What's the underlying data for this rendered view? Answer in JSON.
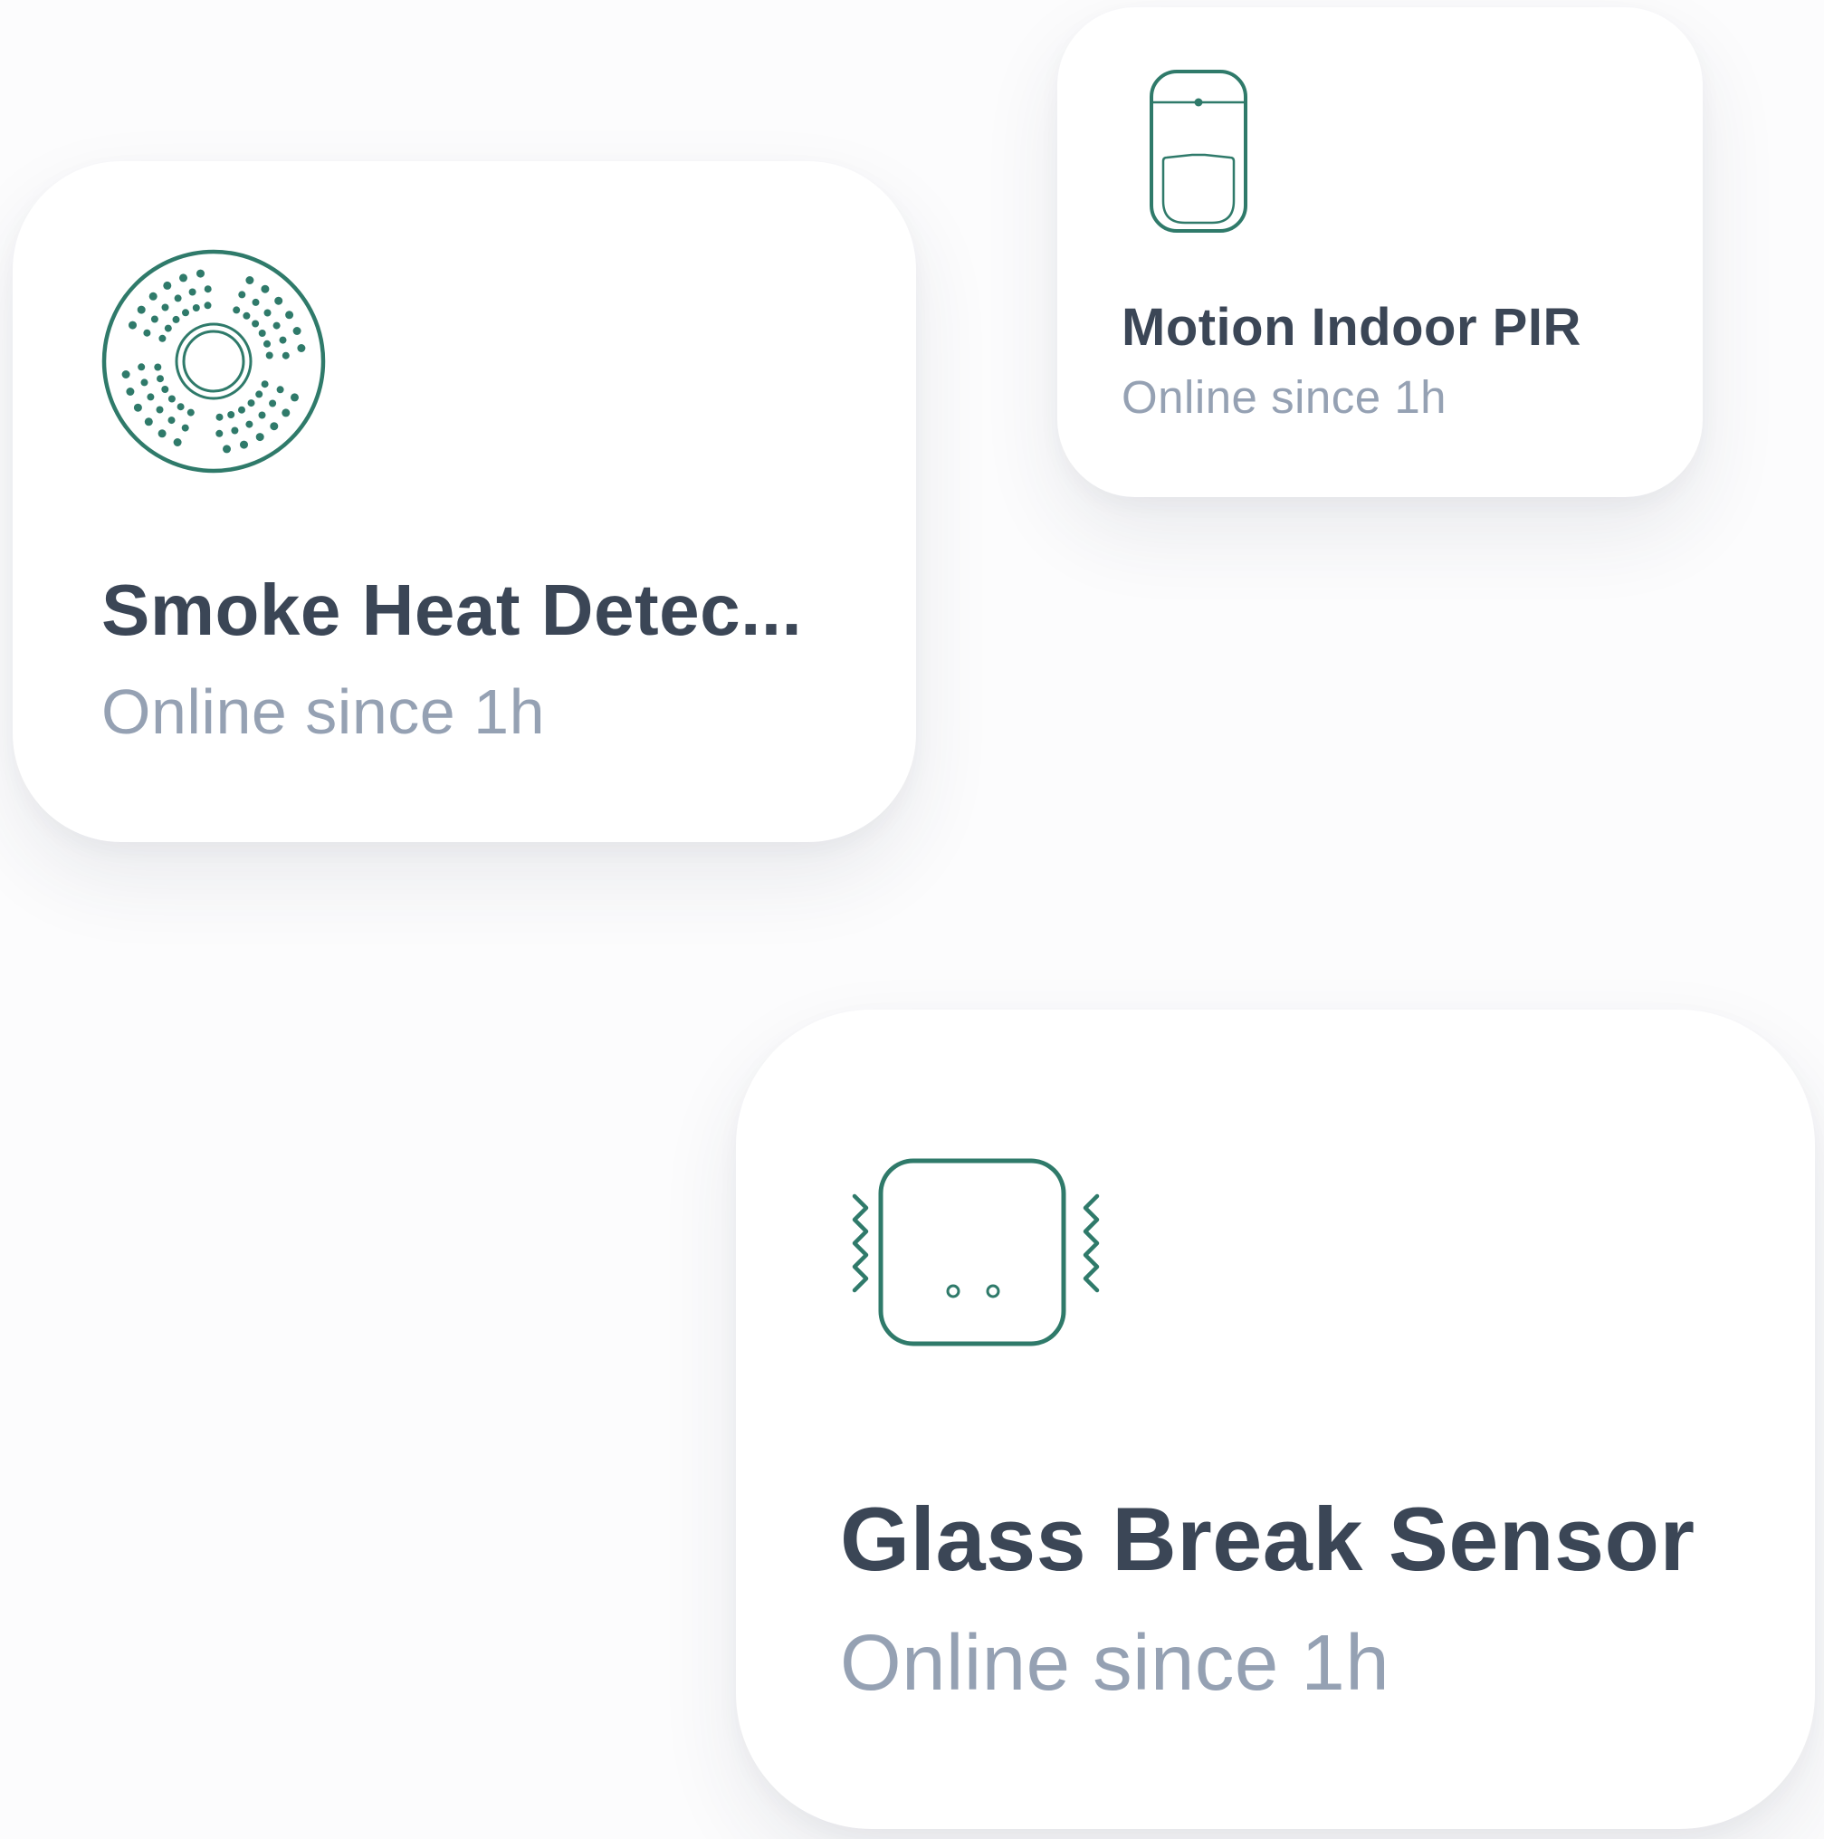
{
  "accent_color": "#2f7a6a",
  "devices": [
    {
      "id": "smoke",
      "name": "Smoke Heat Detec...",
      "status": "Online since 1h",
      "icon": "smoke-detector-icon"
    },
    {
      "id": "motion",
      "name": "Motion Indoor PIR",
      "status": "Online since 1h",
      "icon": "motion-sensor-icon"
    },
    {
      "id": "glass",
      "name": "Glass Break Sensor",
      "status": "Online since 1h",
      "icon": "glass-break-sensor-icon"
    }
  ]
}
